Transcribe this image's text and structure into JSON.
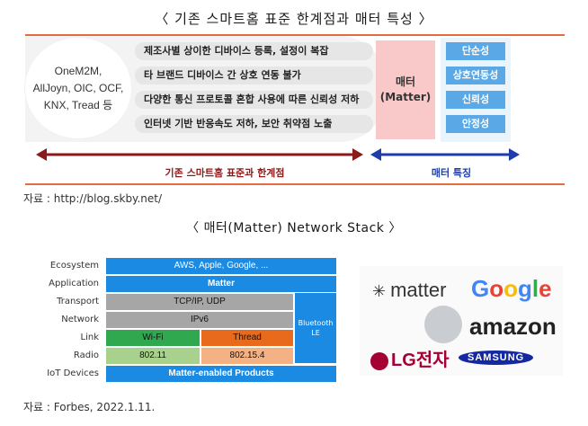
{
  "header": {
    "title": "〈 기존 스마트홈 표준 한계점과 매터 특성 〉"
  },
  "figure1": {
    "standards": [
      "OneM2M,",
      "AllJoyn, OIC, OCF,",
      "KNX, Tread 등"
    ],
    "issues": [
      "제조사별 상이한 디바이스 등록, 설정이 복잡",
      "타 브랜드 디바이스 간 상호 연동 불가",
      "다양한 통신 프로토콜 혼합 사용에 따른 신뢰성 저하",
      "인터넷 기반 반응속도 저하, 보안 취약점 노출"
    ],
    "matter_label": [
      "매터",
      "(Matter)"
    ],
    "features": [
      "단순성",
      "상호연동성",
      "신뢰성",
      "안정성"
    ],
    "arrow_left_label": "기존 스마트홈 표준과 한계점",
    "arrow_right_label": "매터 특징",
    "colors": {
      "red_arrow": "#8b1a1a",
      "blue_arrow": "#1e3da8",
      "feature_bg": "#5aa9e6",
      "matter_bg": "#f9c9c9",
      "rule": "#e36b3c"
    }
  },
  "source1": "자료 : http://blog.skby.net/",
  "title2": "〈 매터(Matter) Network Stack 〉",
  "stack": {
    "rows": [
      "Ecosystem",
      "Application",
      "Transport",
      "Network",
      "Link",
      "Radio",
      "IoT Devices"
    ],
    "ecosystem": "AWS, Apple, Google, ...",
    "application": "Matter",
    "transport": "TCP/IP, UDP",
    "network": "IPv6",
    "link_wifi": "Wi-Fi",
    "link_thread": "Thread",
    "radio_wifi": "802.11",
    "radio_thread": "802.15.4",
    "devices": "Matter-enabled Products",
    "ble": "Bluetooth LE",
    "colors": {
      "blue": "#1a8ae3",
      "gray": "#a6a6a6",
      "green": "#2fa84f",
      "orange": "#e86a1c",
      "light_green": "#a9d18e",
      "light_orange": "#f4b183"
    }
  },
  "logos": {
    "matter": "matter",
    "google": "Google",
    "amazon": "amazon",
    "lg": "LG전자",
    "samsung": "SAMSUNG"
  },
  "source2": "자료 : Forbes, 2022.1.11."
}
